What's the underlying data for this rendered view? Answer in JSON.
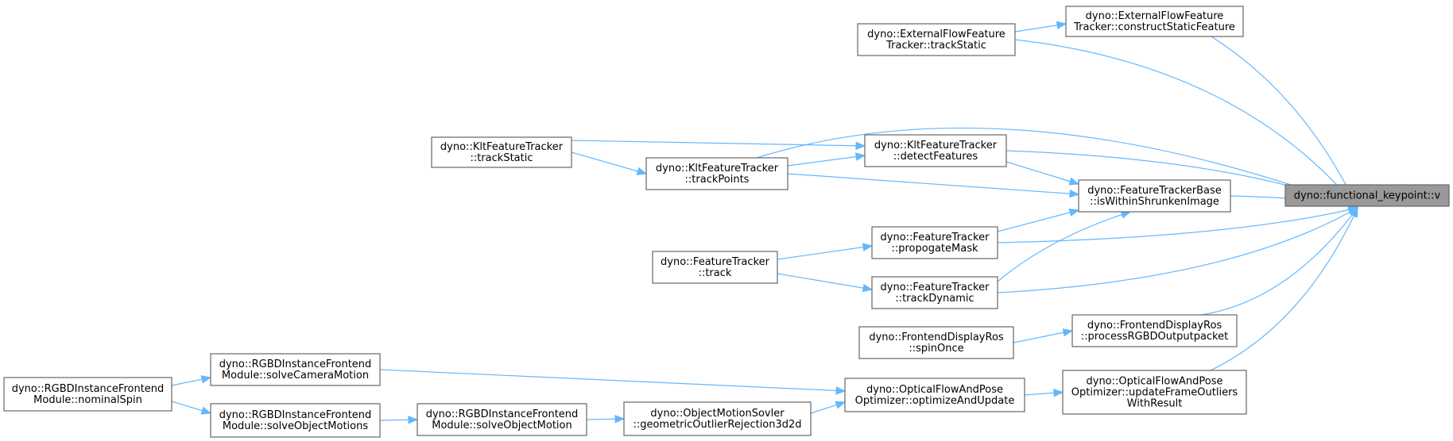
{
  "graph": {
    "nodes": [
      {
        "id": "root",
        "lines": [
          "dyno::functional_keypoint::v"
        ],
        "root": true
      },
      {
        "id": "extCSF",
        "lines": [
          "dyno::ExternalFlowFeature",
          "Tracker::constructStaticFeature"
        ]
      },
      {
        "id": "extTS",
        "lines": [
          "dyno::ExternalFlowFeature",
          "Tracker::trackStatic"
        ]
      },
      {
        "id": "kltDF",
        "lines": [
          "dyno::KltFeatureTracker",
          "::detectFeatures"
        ]
      },
      {
        "id": "kltTS",
        "lines": [
          "dyno::KltFeatureTracker",
          "::trackStatic"
        ]
      },
      {
        "id": "kltTP",
        "lines": [
          "dyno::KltFeatureTracker",
          "::trackPoints"
        ]
      },
      {
        "id": "ftbIW",
        "lines": [
          "dyno::FeatureTrackerBase",
          "::isWithinShrunkenImage"
        ]
      },
      {
        "id": "ftPM",
        "lines": [
          "dyno::FeatureTracker",
          "::propogateMask"
        ]
      },
      {
        "id": "ftT",
        "lines": [
          "dyno::FeatureTracker",
          "::track"
        ]
      },
      {
        "id": "ftTD",
        "lines": [
          "dyno::FeatureTracker",
          "::trackDynamic"
        ]
      },
      {
        "id": "fdrPR",
        "lines": [
          "dyno::FrontendDisplayRos",
          "::processRGBDOutputpacket"
        ]
      },
      {
        "id": "fdrSO",
        "lines": [
          "dyno::FrontendDisplayRos",
          "::spinOnce"
        ]
      },
      {
        "id": "ofpUF",
        "lines": [
          "dyno::OpticalFlowAndPose",
          "Optimizer::updateFrameOutliers",
          "WithResult"
        ]
      },
      {
        "id": "ofpOU",
        "lines": [
          "dyno::OpticalFlowAndPose",
          "Optimizer::optimizeAndUpdate"
        ]
      },
      {
        "id": "rgbSCM",
        "lines": [
          "dyno::RGBDInstanceFrontend",
          "Module::solveCameraMotion"
        ]
      },
      {
        "id": "rgbNS",
        "lines": [
          "dyno::RGBDInstanceFrontend",
          "Module::nominalSpin"
        ]
      },
      {
        "id": "rgbSOMs",
        "lines": [
          "dyno::RGBDInstanceFrontend",
          "Module::solveObjectMotions"
        ]
      },
      {
        "id": "rgbSOM",
        "lines": [
          "dyno::RGBDInstanceFrontend",
          "Module::solveObjectMotion"
        ]
      },
      {
        "id": "omsGOR",
        "lines": [
          "dyno::ObjectMotionSovler",
          "::geometricOutlierRejection3d2d"
        ]
      }
    ],
    "edges": [
      {
        "from": "extCSF",
        "to": "root"
      },
      {
        "from": "extTS",
        "to": "root"
      },
      {
        "from": "kltTP",
        "to": "root"
      },
      {
        "from": "kltDF",
        "to": "root"
      },
      {
        "from": "ftbIW",
        "to": "root"
      },
      {
        "from": "ftPM",
        "to": "root"
      },
      {
        "from": "ftTD",
        "to": "root"
      },
      {
        "from": "fdrPR",
        "to": "root"
      },
      {
        "from": "ofpUF",
        "to": "root"
      },
      {
        "from": "extTS",
        "to": "extCSF"
      },
      {
        "from": "kltTS",
        "to": "kltDF"
      },
      {
        "from": "kltTP",
        "to": "kltDF"
      },
      {
        "from": "kltTS",
        "to": "kltTP"
      },
      {
        "from": "kltDF",
        "to": "ftbIW"
      },
      {
        "from": "kltTP",
        "to": "ftbIW"
      },
      {
        "from": "ftPM",
        "to": "ftbIW"
      },
      {
        "from": "ftTD",
        "to": "ftbIW"
      },
      {
        "from": "ftT",
        "to": "ftPM"
      },
      {
        "from": "ftT",
        "to": "ftTD"
      },
      {
        "from": "fdrSO",
        "to": "fdrPR"
      },
      {
        "from": "ofpOU",
        "to": "ofpUF"
      },
      {
        "from": "rgbSCM",
        "to": "ofpOU"
      },
      {
        "from": "omsGOR",
        "to": "ofpOU"
      },
      {
        "from": "rgbNS",
        "to": "rgbSCM"
      },
      {
        "from": "rgbNS",
        "to": "rgbSOMs"
      },
      {
        "from": "rgbSOMs",
        "to": "rgbSOM"
      },
      {
        "from": "rgbSOM",
        "to": "omsGOR"
      }
    ]
  },
  "colors": {
    "edge": "#63b8ff",
    "node_border": "#666666",
    "node_fill": "#ffffff",
    "root_fill": "#999999",
    "background": "#ffffff"
  }
}
